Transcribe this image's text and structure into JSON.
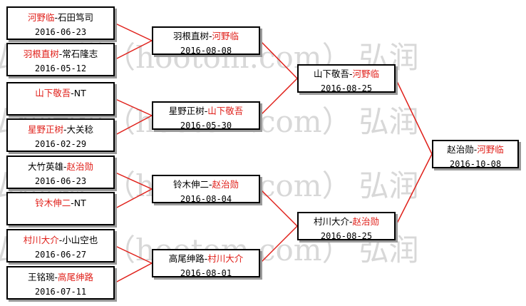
{
  "watermark": {
    "left": "弘润围棋",
    "site": "（hootom.com）",
    "right": "弘润"
  },
  "bracket": {
    "round1": [
      {
        "p1": "河野临",
        "sep": "-",
        "p2": "石田笃司",
        "winner": 1,
        "date": "2016-06-23"
      },
      {
        "p1": "羽根直树",
        "sep": "-",
        "p2": "常石隆志",
        "winner": 1,
        "date": "2016-05-12"
      },
      {
        "p1": "山下敬吾",
        "sep": "-",
        "p2": "NT",
        "winner": 1,
        "date": ""
      },
      {
        "p1": "星野正树",
        "sep": "-",
        "p2": "大关稔",
        "winner": 1,
        "date": "2016-02-29"
      },
      {
        "p1": "大竹英雄",
        "sep": "-",
        "p2": "赵治勋",
        "winner": 2,
        "date": "2016-06-23"
      },
      {
        "p1": "铃木伸二",
        "sep": "-",
        "p2": "NT",
        "winner": 1,
        "date": ""
      },
      {
        "p1": "村川大介",
        "sep": "-",
        "p2": "小山空也",
        "winner": 1,
        "date": "2016-06-27"
      },
      {
        "p1": "王铭琬",
        "sep": "-",
        "p2": "高尾绅路",
        "winner": 2,
        "date": "2016-07-11"
      }
    ],
    "round2": [
      {
        "p1": "羽根直树",
        "sep": "-",
        "p2": "河野临",
        "winner": 2,
        "date": "2016-08-08"
      },
      {
        "p1": "星野正树",
        "sep": "-",
        "p2": "山下敬吾",
        "winner": 2,
        "date": "2016-05-30"
      },
      {
        "p1": "铃木伸二",
        "sep": "-",
        "p2": "赵治勋",
        "winner": 2,
        "date": "2016-08-04"
      },
      {
        "p1": "高尾绅路",
        "sep": "-",
        "p2": "村川大介",
        "winner": 2,
        "date": "2016-08-01"
      }
    ],
    "round3": [
      {
        "p1": "山下敬吾",
        "sep": "-",
        "p2": "河野临",
        "winner": 2,
        "date": "2016-08-25"
      },
      {
        "p1": "村川大介",
        "sep": "-",
        "p2": "赵治勋",
        "winner": 2,
        "date": "2016-08-25"
      }
    ],
    "round4": [
      {
        "p1": "赵治勋",
        "sep": "-",
        "p2": "河野临",
        "winner": 2,
        "date": "2016-10-08"
      }
    ]
  },
  "colors": {
    "winner": "#e0201a",
    "connector": "#e0201a",
    "watermark": "#d6d6d6"
  }
}
